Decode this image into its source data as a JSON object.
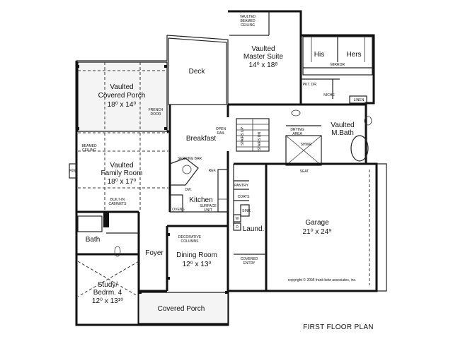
{
  "rooms": {
    "vaulted_covered_porch": {
      "line1": "Vaulted",
      "line2": "Covered Porch",
      "dim": "18⁰ x 14⁰"
    },
    "deck": {
      "label": "Deck"
    },
    "vaulted_master_suite": {
      "line1": "Vaulted",
      "line2": "Master Suite",
      "dim": "14⁰ x 18⁸"
    },
    "his": {
      "label": "His"
    },
    "hers": {
      "label": "Hers"
    },
    "breakfast": {
      "label": "Breakfast"
    },
    "vaulted_family_room": {
      "line1": "Vaulted",
      "line2": "Family Room",
      "dim": "18⁰ x 17⁰"
    },
    "kitchen": {
      "label": "Kitchen"
    },
    "vaulted_m_bath": {
      "line1": "Vaulted",
      "line2": "M.Bath"
    },
    "garage": {
      "label": "Garage",
      "dim": "21⁰ x 24⁹"
    },
    "laund": {
      "label": "Laund."
    },
    "bath": {
      "label": "Bath"
    },
    "foyer": {
      "label": "Foyer"
    },
    "dining_room": {
      "label": "Dining Room",
      "dim": "12⁰ x 13⁰"
    },
    "study": {
      "line1": "Study/",
      "line2": "Bedrm. 4",
      "dim": "12⁰ x 13¹⁰"
    },
    "covered_porch": {
      "label": "Covered Porch"
    }
  },
  "notes": {
    "vaulted_beamed_ceiling": [
      "VAULTED",
      "BEAMED",
      "CEILING"
    ],
    "mirror": "MIRROR",
    "pkt_dr": "PKT. DR.",
    "niche": "NICHE",
    "linen": "LINEN",
    "french_door": [
      "FRENCH",
      "DOOR"
    ],
    "open_rail": [
      "OPEN",
      "RAIL"
    ],
    "stairs_up": "STAIRS UP",
    "stairs_dn": "STAIRS DN",
    "drying_area": [
      "DRYING",
      "AREA"
    ],
    "shwr": "SHWR.",
    "seat": "SEAT",
    "beamed_ceiling": [
      "BEAMED",
      "CEILING"
    ],
    "serving_bar": "SERVING BAR",
    "ref": "REF.",
    "pantry": "PANTRY",
    "fpl": "FPL",
    "dw": "DW.",
    "coats": "COATS",
    "sink": "SINK",
    "w": "W",
    "d": "D",
    "surface_unit": [
      "SURFACE",
      "UNIT"
    ],
    "built_in_cabinets": [
      "BUILT-IN",
      "CABINETS"
    ],
    "ovens": "OVENS",
    "decorative_columns": [
      "DECORATIVE",
      "COLUMNS"
    ],
    "covered_entry": [
      "COVERED",
      "ENTRY"
    ]
  },
  "copyright": "copyright © 2005 frank betz associates, inc.",
  "plan_title": "FIRST FLOOR PLAN"
}
